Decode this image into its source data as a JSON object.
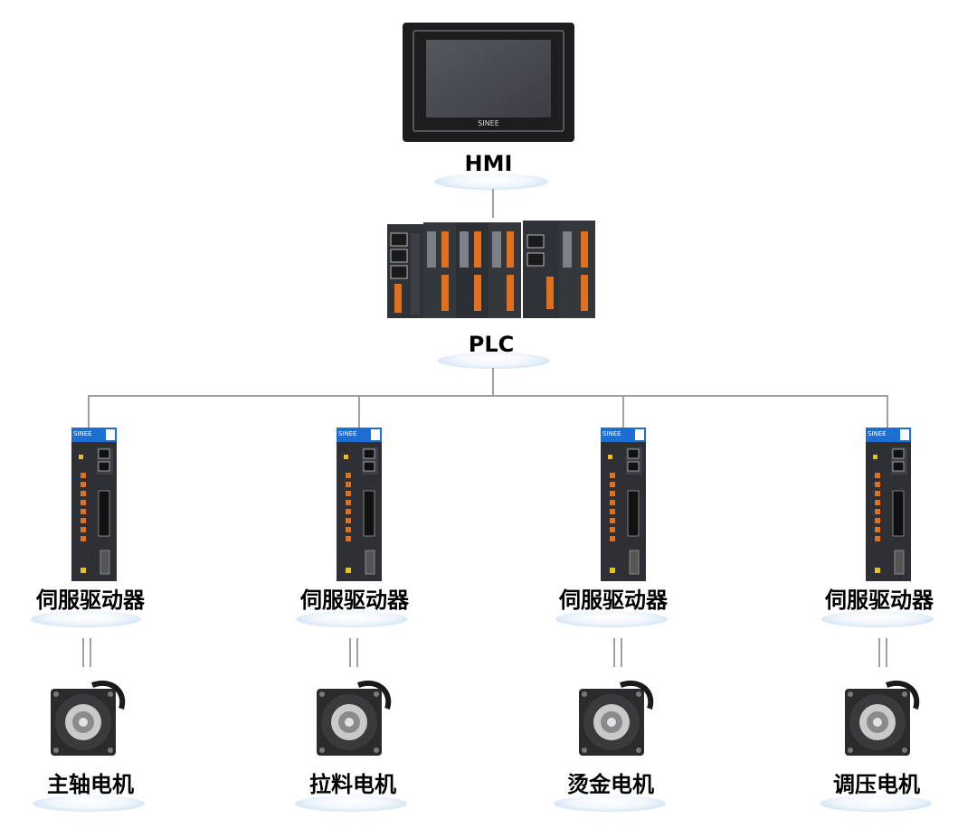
{
  "hmi": {
    "label": "HMI",
    "brand": "SINEE"
  },
  "plc": {
    "label": "PLC"
  },
  "drive_brand": "SINEE",
  "drives": [
    {
      "label": "伺服驱动器",
      "motor_label": "主轴电机"
    },
    {
      "label": "伺服驱动器",
      "motor_label": "拉料电机"
    },
    {
      "label": "伺服驱动器",
      "motor_label": "烫金电机"
    },
    {
      "label": "伺服驱动器",
      "motor_label": "调压电机"
    }
  ],
  "colors": {
    "connector": "#a0a0a0",
    "pedestal": "#cfe3f4",
    "device_dark": "#2e3035",
    "terminal_orange": "#e0701c",
    "brand_blue": "#1c6fd1"
  }
}
